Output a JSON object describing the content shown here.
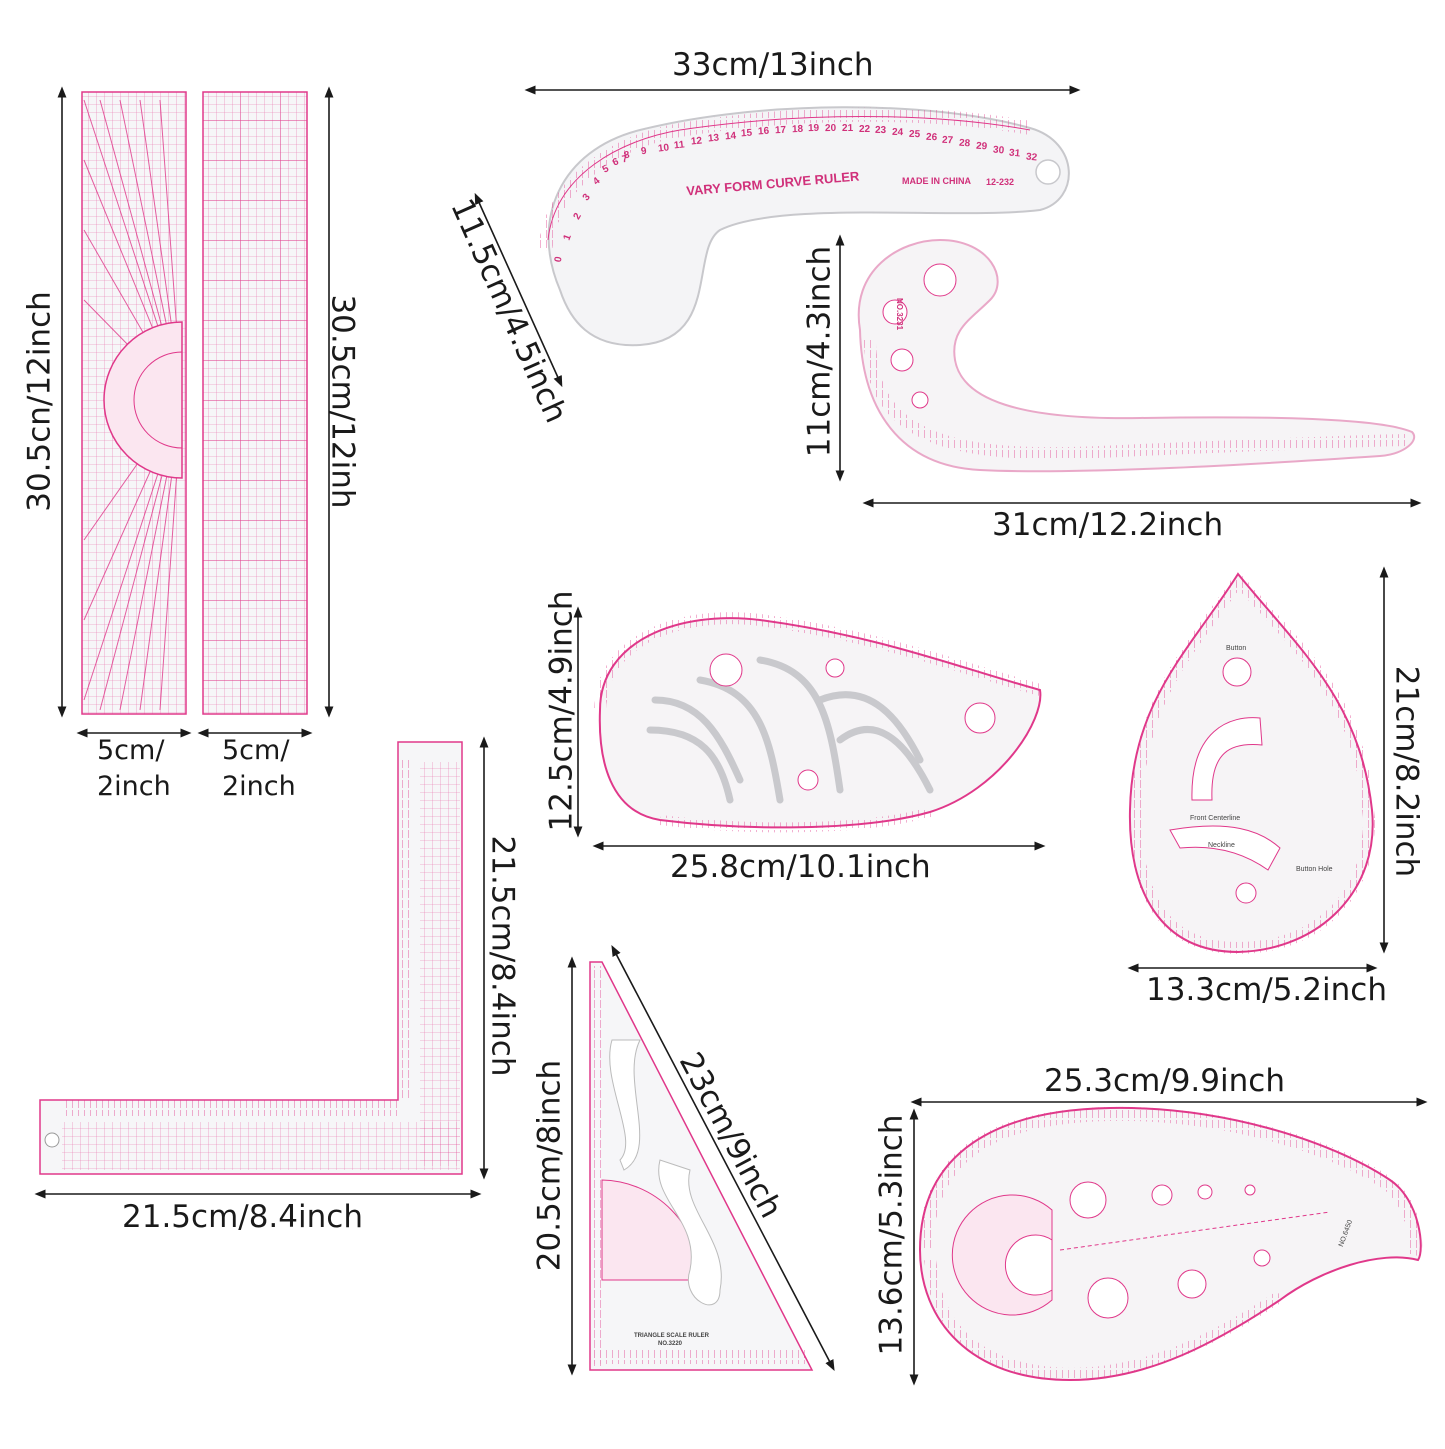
{
  "theme": {
    "accent": "#e0388a",
    "line": "#1a1a1a",
    "plastic": "#f7f7f7"
  },
  "dimensions": {
    "straight_ruler_1_length": "30.5cn/12inch",
    "straight_ruler_2_length": "30.5cm/12inh",
    "straight_ruler_1_width": [
      "5cm/",
      "2inch"
    ],
    "straight_ruler_2_width": [
      "5cm/",
      "2inch"
    ],
    "vary_curve_width": "33cm/13inch",
    "vary_curve_height": "11.5cm/4.5inch",
    "french_curve_height": "11cm/4.3inch",
    "french_curve_width": "31cm/12.2inch",
    "leaf_height": "12.5cm/4.9inch",
    "leaf_width": "25.8cm/10.1inch",
    "drop_height": "21cm/8.2inch",
    "drop_width": "13.3cm/5.2inch",
    "l_square_height": "21.5cm/8.4inch",
    "l_square_width": "21.5cm/8.4inch",
    "triangle_height": "20.5cm/8inch",
    "triangle_hypotenuse": "23cm/9inch",
    "large_curve_width": "25.3cm/9.9inch",
    "large_curve_height": "13.6cm/5.3inch"
  },
  "ruler_labels": {
    "vary_form": "VARY FORM CURVE RULER",
    "made_in_china": "MADE IN CHINA",
    "vary_model": "12-232",
    "vary_scale": [
      "0",
      "1",
      "2",
      "3",
      "4",
      "5",
      "6",
      "7",
      "8",
      "9",
      "10",
      "11",
      "12",
      "13",
      "14",
      "15",
      "16",
      "17",
      "18",
      "19",
      "20",
      "21",
      "22",
      "23",
      "24",
      "25",
      "26",
      "27",
      "28",
      "29",
      "30",
      "31",
      "32"
    ],
    "french_model": "NO.3231",
    "triangle_name": "TRIANGLE SCALE RULER",
    "triangle_model": "NO.3220",
    "drop_labels": [
      "Button",
      "Front Centerline",
      "Neckline",
      "Button Hole"
    ],
    "large_curve_model": "NO.6450"
  }
}
